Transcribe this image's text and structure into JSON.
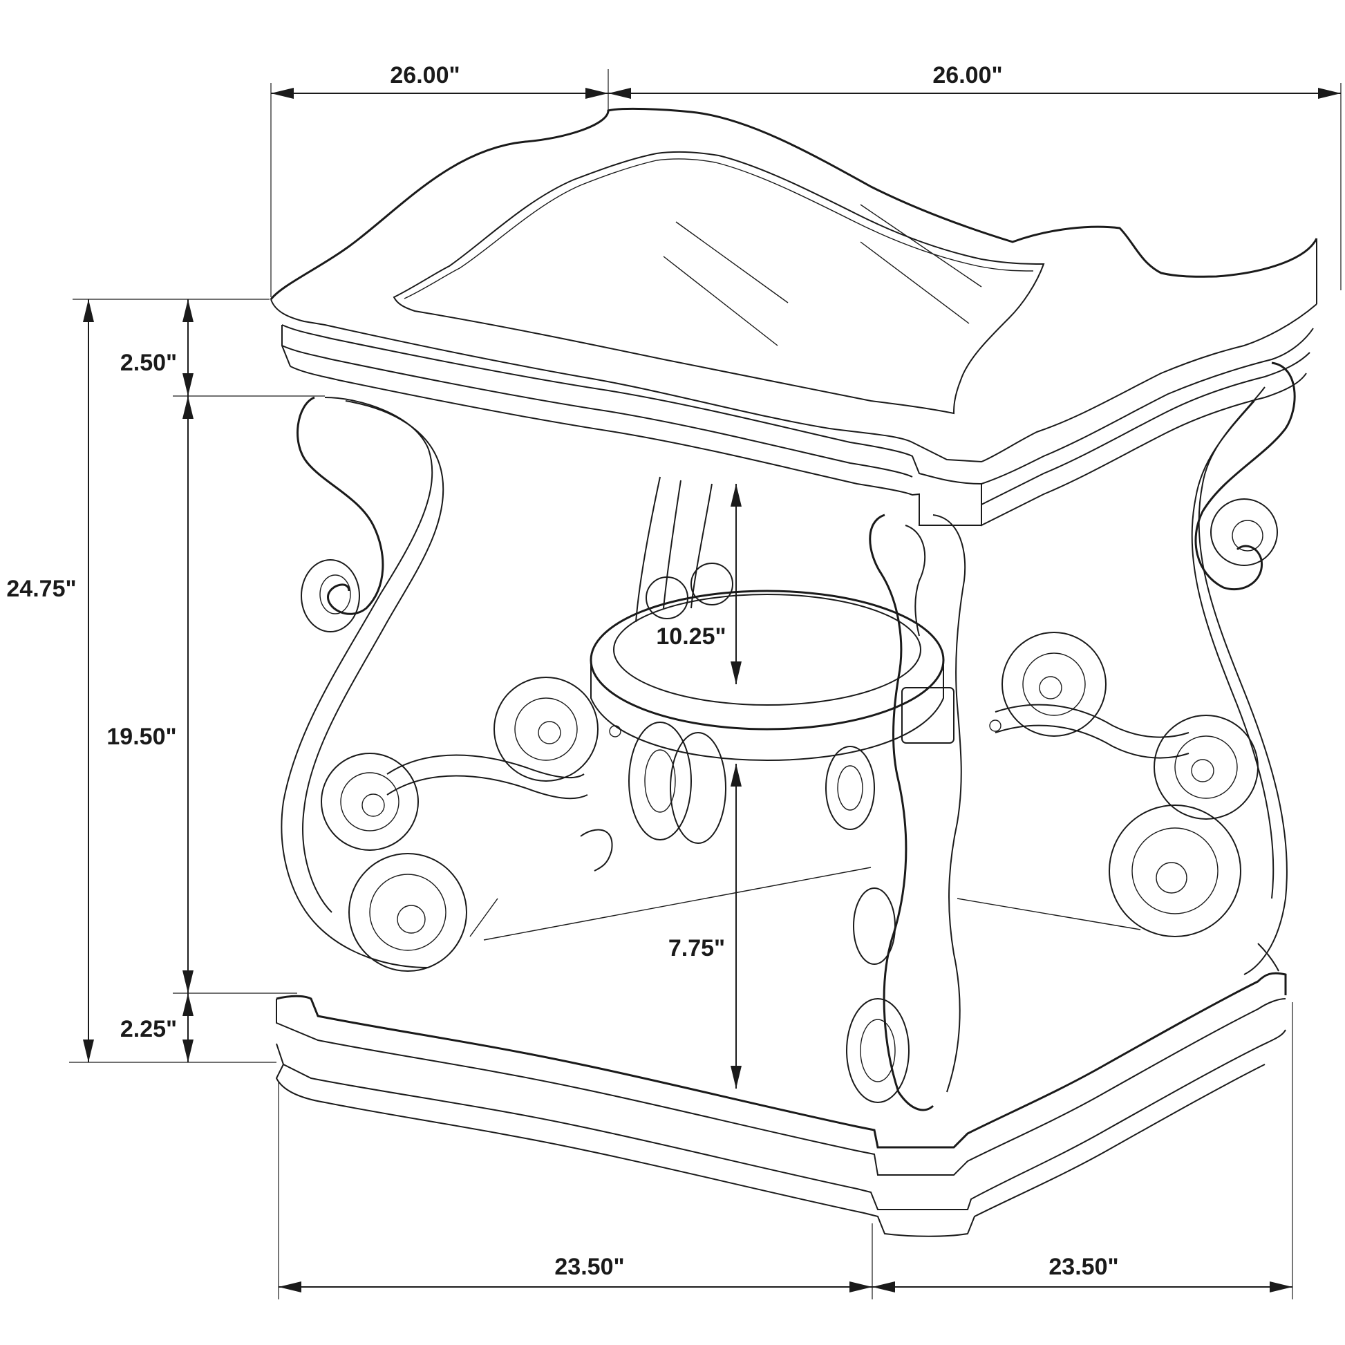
{
  "dimensions": {
    "top_width_left": "26.00\"",
    "top_width_right": "26.00\"",
    "overall_height": "24.75\"",
    "top_thickness": "2.50\"",
    "leg_height": "19.50\"",
    "base_thickness": "2.25\"",
    "upper_clearance": "10.25\"",
    "lower_clearance": "7.75\"",
    "base_width_left": "23.50\"",
    "base_width_right": "23.50\""
  },
  "colors": {
    "ink": "#1a1a1a",
    "background": "#ffffff"
  }
}
